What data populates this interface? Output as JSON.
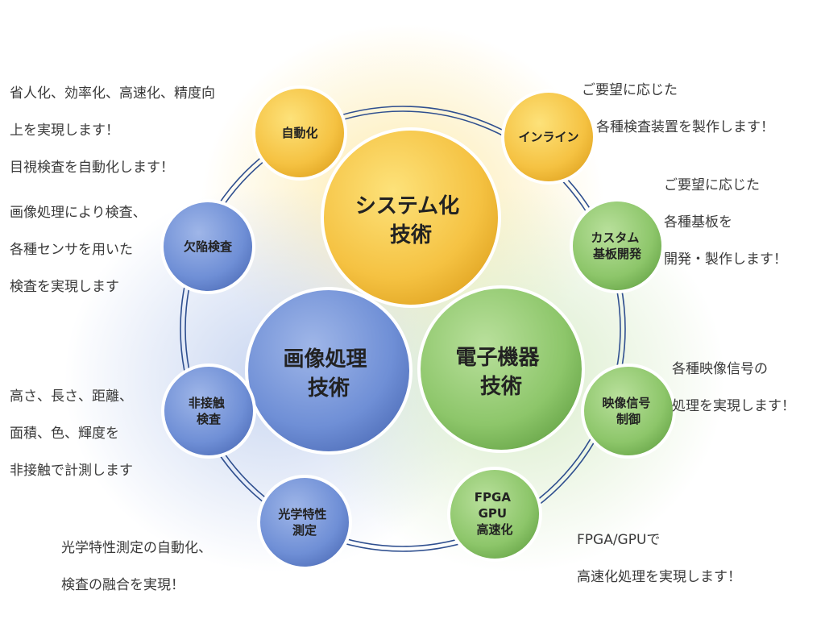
{
  "colors": {
    "yellow": "#f5c242",
    "blue": "#6f8fd6",
    "green": "#8dc66a",
    "ring": "#2f4f8f"
  },
  "core": {
    "system": {
      "lines": [
        "システム化",
        "技術"
      ]
    },
    "image": {
      "lines": [
        "画像処理",
        "技術"
      ]
    },
    "electronic": {
      "lines": [
        "電子機器",
        "技術"
      ]
    }
  },
  "nodes": {
    "automation": {
      "lines": [
        "自動化"
      ]
    },
    "inline": {
      "lines": [
        "インライン"
      ]
    },
    "custom_board": {
      "lines": [
        "カスタム",
        "基板開発"
      ]
    },
    "defect": {
      "lines": [
        "欠陥検査"
      ]
    },
    "noncontact": {
      "lines": [
        "非接触",
        "検査"
      ]
    },
    "video": {
      "lines": [
        "映像信号",
        "制御"
      ]
    },
    "optical": {
      "lines": [
        "光学特性",
        "測定"
      ]
    },
    "fpga": {
      "lines": [
        "FPGA",
        "GPU",
        "高速化"
      ]
    }
  },
  "notes": {
    "automation": [
      "省人化、効率化、高速化、精度向",
      "上を実現します！",
      "目視検査を自動化します！"
    ],
    "inline": [
      "ご要望に応じた",
      "各種検査装置を製作します！"
    ],
    "custom_board": [
      "ご要望に応じた",
      "各種基板を",
      "開発・製作します！"
    ],
    "defect": [
      "画像処理により検査、",
      "各種センサを用いた",
      "検査を実現します"
    ],
    "video": [
      "各種映像信号の",
      "処理を実現します！"
    ],
    "noncontact": [
      "高さ、長さ、距離、",
      "面積、色、輝度を",
      "非接触で計測します"
    ],
    "optical": [
      "光学特性測定の自動化、",
      "検査の融合を実現！"
    ],
    "fpga": [
      "FPGA/GPUで",
      "高速化処理を実現します！"
    ]
  }
}
